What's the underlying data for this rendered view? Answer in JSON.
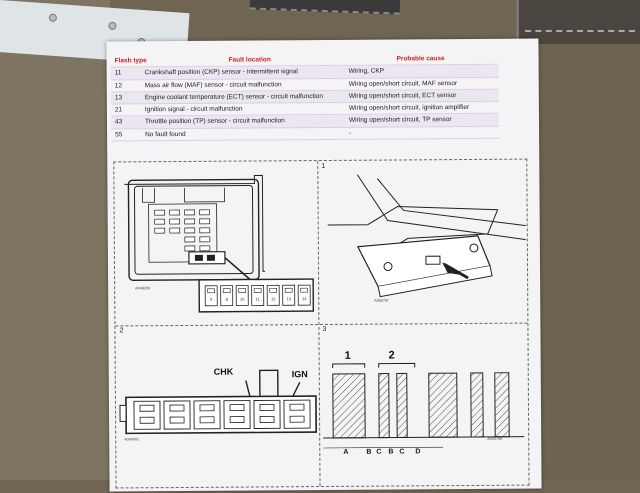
{
  "fault_table": {
    "headers": {
      "flash": "Flash type",
      "fault": "Fault location",
      "cause": "Probable cause"
    },
    "rows": [
      {
        "code": "11",
        "fault": "Crankshaft position (CKP) sensor - intermittent signal",
        "cause": "Wiring, CKP"
      },
      {
        "code": "12",
        "fault": "Mass air flow (MAF) sensor - circuit malfunction",
        "cause": "Wiring open/short circuit, MAF sensor"
      },
      {
        "code": "13",
        "fault": "Engine coolant temperature (ECT) sensor - circuit malfunction",
        "cause": "Wiring open/short circuit, ECT sensor"
      },
      {
        "code": "21",
        "fault": "Ignition signal - circuit malfunction",
        "cause": "Wiring open/short circuit, ignition amplifier"
      },
      {
        "code": "43",
        "fault": "Throttle position (TP) sensor - circuit malfunction",
        "cause": "Wiring open/short circuit, TP sensor"
      },
      {
        "code": "55",
        "fault": "No fault found",
        "cause": "-"
      }
    ]
  },
  "diagrams": {
    "fusebox_code": "AD48209",
    "panel1": {
      "number": "1",
      "code": "AD06797"
    },
    "panel2": {
      "number": "2",
      "code": "AD66602",
      "chk": "CHK",
      "ign": "IGN"
    },
    "panel3": {
      "number": "3",
      "code": "AD66798",
      "group1": "1",
      "group2": "2",
      "labels": [
        "A",
        "B",
        "C",
        "B",
        "C",
        "D"
      ]
    },
    "pin_labels": [
      "9",
      "8",
      "10",
      "11",
      "12",
      "13",
      "14"
    ]
  },
  "colors": {
    "header_red": "#c62323",
    "paper": "#f4f3f6"
  }
}
